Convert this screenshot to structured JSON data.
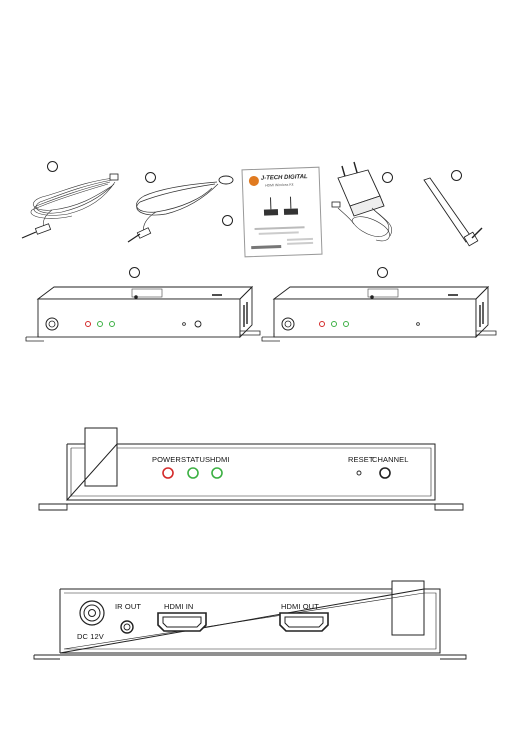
{
  "manual_cover": {
    "brand": "J-TECH DIGITAL",
    "subtitle": "HDMI Wireless Kit"
  },
  "front_panel": {
    "led_labels": [
      "POWER",
      "STATUS",
      "HDMI"
    ],
    "reset_label": "RESET",
    "channel_label": "CHANNEL",
    "led_colors": {
      "power": "#d42a2a",
      "status": "#3cb043",
      "hdmi": "#3cb043"
    }
  },
  "rear_panel": {
    "ir_out_label": "IR OUT",
    "hdmi_in_label": "HDMI IN",
    "hdmi_out_label": "HDMI OUT",
    "dc_label": "DC 12V"
  }
}
